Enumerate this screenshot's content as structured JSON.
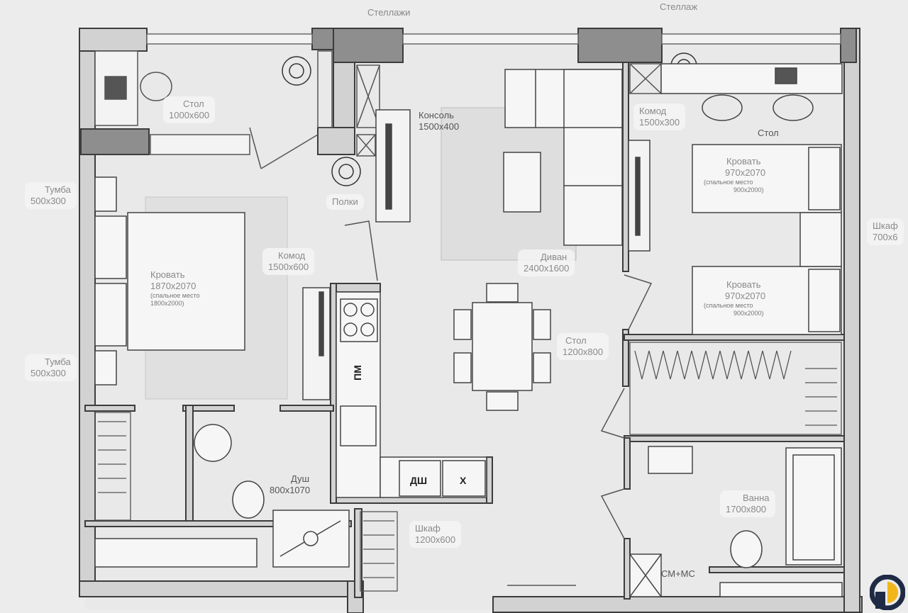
{
  "labels": {
    "shelves_left": "Стеллажи",
    "shelves_right": "Стеллаж",
    "desk_left_name": "Стол",
    "desk_left_size": "1000x600",
    "console_name": "Консоль",
    "console_size": "1500x400",
    "dresser_top_name": "Комод",
    "dresser_top_size": "1500x300",
    "desk_right_name": "Стол",
    "nightstand_top_name": "Тумба",
    "nightstand_top_size": "500x300",
    "nightstand_bottom_name": "Тумба",
    "nightstand_bottom_size": "500x300",
    "shelf_name": "Полки",
    "bed_double_name": "Кровать",
    "bed_double_size": "1870x2070",
    "bed_double_note": "(спальное место",
    "bed_double_note2": "1800x2000)",
    "dresser_mid_name": "Комод",
    "dresser_mid_size": "1500x600",
    "sofa_name": "Диван",
    "sofa_size": "2400x1600",
    "bed_single1_name": "Кровать",
    "bed_single1_size": "970x2070",
    "bed_single1_note": "(спальное место",
    "bed_single1_note2": "900x2000)",
    "bed_single2_name": "Кровать",
    "bed_single2_size": "970x2070",
    "bed_single2_note": "(спальное место",
    "bed_single2_note2": "900x2000)",
    "wardrobe_right_name": "Шкаф",
    "wardrobe_right_size": "700x6",
    "table_name": "Стол",
    "table_size": "1200x800",
    "dishwasher": "ПМ",
    "shower_name": "Душ",
    "shower_size": "800x1070",
    "dw_box": "ДШ",
    "fridge_box": "Х",
    "wardrobe_hall_name": "Шкаф",
    "wardrobe_hall_size": "1200x600",
    "bath_name": "Ванна",
    "bath_size": "1700x800",
    "washer": "СМ+МС"
  },
  "colors": {
    "wall": "#3c3c3c",
    "wall_fill": "#d0d0d0",
    "column": "#8e8e8e",
    "line": "#5a5a5a",
    "floor": "#e9e9e9",
    "rug": "#dedede",
    "logo_dark": "#1f2a44",
    "logo_accent": "#f2b51c"
  }
}
